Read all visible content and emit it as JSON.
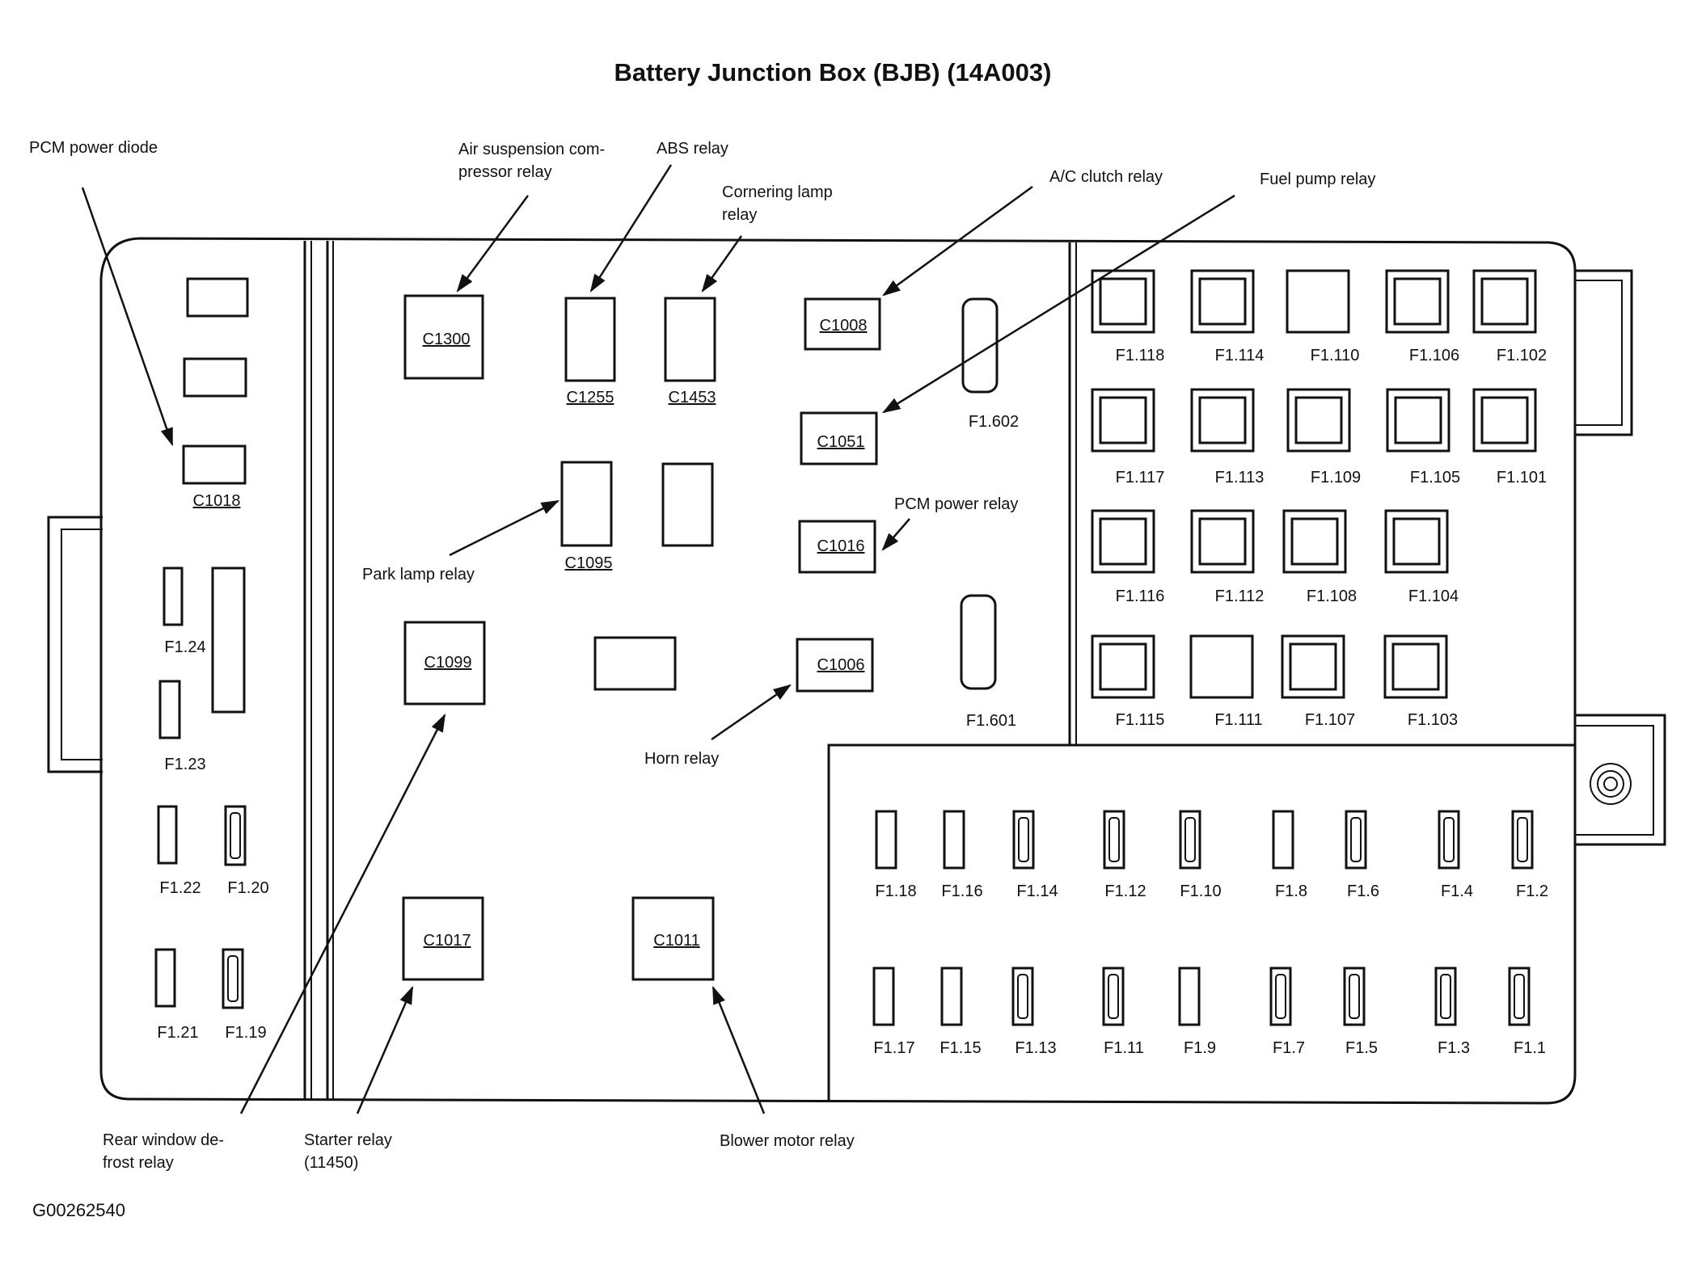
{
  "title": "Battery Junction Box (BJB) (14A003)",
  "figure_id": "G00262540",
  "callouts": {
    "pcm_power_diode": "PCM power diode",
    "air_suspension_1": "Air suspension com-",
    "air_suspension_2": "pressor relay",
    "abs_relay": "ABS relay",
    "cornering_1": "Cornering lamp",
    "cornering_2": "relay",
    "ac_clutch": "A/C clutch relay",
    "fuel_pump": "Fuel pump relay",
    "pcm_power_relay": "PCM power relay",
    "park_lamp": "Park lamp relay",
    "horn": "Horn relay",
    "rear_window_1": "Rear window de-",
    "rear_window_2": "frost relay",
    "starter_1": "Starter relay",
    "starter_2": "(11450)",
    "blower": "Blower motor relay"
  },
  "connectors": {
    "c1300": "C1300",
    "c1255": "C1255",
    "c1453": "C1453",
    "c1008": "C1008",
    "c1051": "C1051",
    "c1016": "C1016",
    "c1006": "C1006",
    "c1018": "C1018",
    "c1095": "C1095",
    "c1099": "C1099",
    "c1017": "C1017",
    "c1011": "C1011"
  },
  "left_fuses": {
    "f124": "F1.24",
    "f123": "F1.23",
    "f122": "F1.22",
    "f120": "F1.20",
    "f121": "F1.21",
    "f119": "F1.19"
  },
  "maxi_fuses": {
    "f1602": "F1.602",
    "f1601": "F1.601"
  },
  "cartridge_fuses": {
    "r1": [
      "F1.118",
      "F1.114",
      "F1.110",
      "F1.106",
      "F1.102"
    ],
    "r2": [
      "F1.117",
      "F1.113",
      "F1.109",
      "F1.105",
      "F1.101"
    ],
    "r3": [
      "F1.116",
      "F1.112",
      "F1.108",
      "F1.104"
    ],
    "r4": [
      "F1.115",
      "F1.111",
      "F1.107",
      "F1.103"
    ]
  },
  "mini_fuses": {
    "top": [
      "F1.18",
      "F1.16",
      "F1.14",
      "F1.12",
      "F1.10",
      "F1.8",
      "F1.6",
      "F1.4",
      "F1.2"
    ],
    "bottom": [
      "F1.17",
      "F1.15",
      "F1.13",
      "F1.11",
      "F1.9",
      "F1.7",
      "F1.5",
      "F1.3",
      "F1.1"
    ]
  }
}
